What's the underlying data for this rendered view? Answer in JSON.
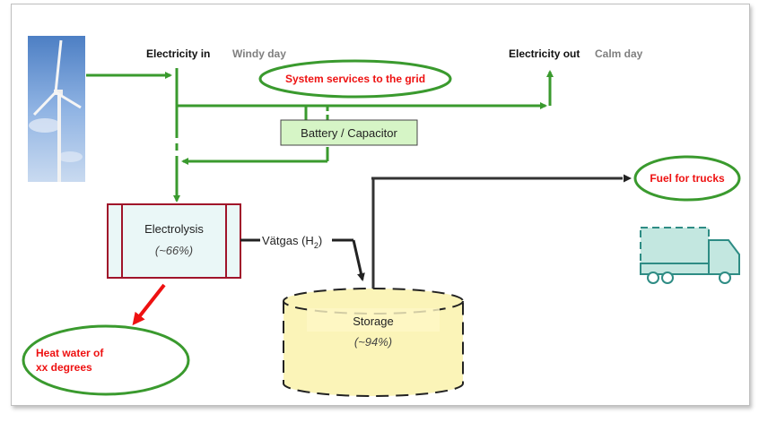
{
  "labels": {
    "electricity_in": "Electricity in",
    "windy_day": "Windy day",
    "electricity_out": "Electricity out",
    "calm_day": "Calm day",
    "system_services": "System services to the grid",
    "battery": "Battery / Capacitor",
    "fuel_trucks": "Fuel for trucks",
    "electrolysis": "Electrolysis",
    "electrolysis_eff": "(~66%)",
    "vatgas": "Vätgas (H",
    "vatgas_sub": "2",
    "vatgas_close": ")",
    "storage": "Storage",
    "storage_eff": "(~94%)",
    "heat_line1": "Heat water of",
    "heat_line2": "xx degrees"
  },
  "colors": {
    "green": "#3a9a2e",
    "red": "#ee1111",
    "dark": "#333333",
    "electrolysis_border": "#a0142a",
    "battery_fill": "#d6f5c6",
    "storage_fill": "#fbf4b8",
    "truck": "#2e8c84"
  },
  "icons": {
    "wind_turbine": "wind-turbine-icon",
    "truck": "truck-icon"
  }
}
